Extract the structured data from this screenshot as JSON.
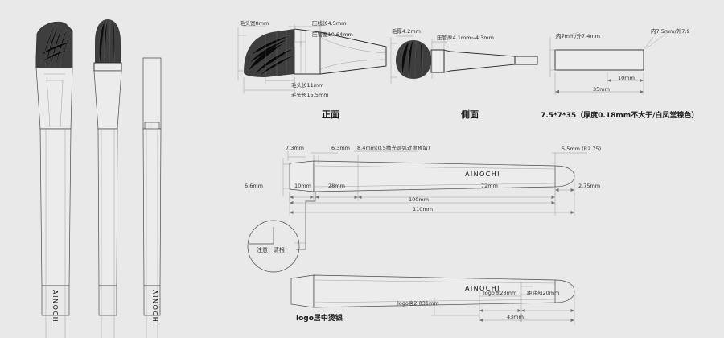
{
  "document": {
    "type": "technical-drawing",
    "brand_logo": "AINOCHI",
    "background_color": "#e9e9e9",
    "line_color": "#6f6f6f",
    "bristle_color": "#3a3a3a"
  },
  "front_view": {
    "caption": "正面",
    "labels": [
      {
        "id": "bristle-width",
        "text": "毛头宽8mm"
      },
      {
        "id": "crimp-length",
        "text": "压线长4.5mm"
      },
      {
        "id": "ferrule-width",
        "text": "压管宽10.64mm"
      },
      {
        "id": "bristle-length-11",
        "text": "毛头长11mm"
      },
      {
        "id": "bristle-length-155",
        "text": "毛头长15.5mm"
      }
    ]
  },
  "side_view": {
    "caption": "侧面",
    "labels": [
      {
        "id": "bristle-thickness",
        "text": "毛厚4.2mm"
      },
      {
        "id": "ferrule-thickness",
        "text": "压管厚4.1mm~4.3mm"
      }
    ]
  },
  "ferrule_view": {
    "caption": "7.5*7*35（厚度0.18mm不大于/白凤堂镍色）",
    "labels": [
      {
        "id": "inner-outer-left",
        "text": "内7mm/外7.4mm"
      },
      {
        "id": "inner-outer-right",
        "text": "内7.5mm/外7.9"
      },
      {
        "id": "dim-10mm",
        "text": "10mm"
      },
      {
        "id": "dim-35mm",
        "text": "35mm"
      }
    ]
  },
  "handle_view": {
    "logo": "AINOCHI",
    "labels": [
      {
        "id": "dim-73",
        "text": "7.3mm"
      },
      {
        "id": "dim-63",
        "text": "6.3mm"
      },
      {
        "id": "dim-84",
        "text": "8.4mm(0.5抛光圆弧过度预留)"
      },
      {
        "id": "dim-55",
        "text": "5.5mm (R2.75)"
      },
      {
        "id": "dim-66",
        "text": "6.6mm"
      },
      {
        "id": "dim-10",
        "text": "10mm"
      },
      {
        "id": "dim-28",
        "text": "28mm"
      },
      {
        "id": "dim-72",
        "text": "72mm"
      },
      {
        "id": "dim-275",
        "text": "2.75mm"
      },
      {
        "id": "dim-100",
        "text": "100mm"
      },
      {
        "id": "dim-110",
        "text": "110mm"
      }
    ],
    "detail_note": "注意：清根！"
  },
  "logo_view": {
    "logo": "AINOCHI",
    "caption": "logo居中烫银",
    "labels": [
      {
        "id": "logo-height",
        "text": "logo高2.031mm"
      },
      {
        "id": "logo-width",
        "text": "logo宽23mm"
      },
      {
        "id": "from-bottom",
        "text": "距底部20mm"
      },
      {
        "id": "dim-43",
        "text": "43mm"
      }
    ]
  },
  "brush_column": {
    "logo_left": "AINOCHI",
    "logo_right": "AINOCHI"
  }
}
